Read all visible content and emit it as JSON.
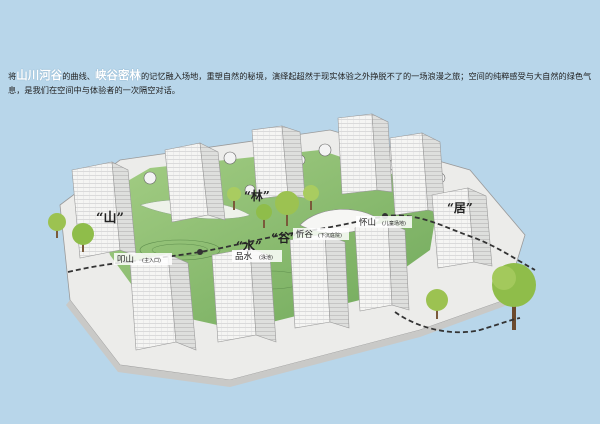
{
  "intro": {
    "p1": "将",
    "hl1": "山川河谷",
    "p2": "的曲线、",
    "hl2": "峡谷密林",
    "p3": "的记忆融入场地，重塑自然的秘境，演绎起超然于现实体验之外挣脱不了的一场浪漫之旅；空间的纯粹感受与大自然的绿色气息，是我们在空间中与体验者的一次隔空对话。"
  },
  "big_chars": {
    "shan": "“山”",
    "lin": "“林”",
    "shui": "“水”",
    "gu": "“谷”",
    "ju": "“居”"
  },
  "labels": {
    "koushan": {
      "main": "叩山",
      "sub": "(主入口)"
    },
    "pinshui": {
      "main": "品水",
      "sub": "(泳池)"
    },
    "xingu": {
      "main": "忻谷",
      "sub": "(下沉庭院)"
    },
    "huaishan": {
      "main": "怀山",
      "sub": "(儿童场地)"
    }
  },
  "colors": {
    "background": "#b8d6ea",
    "lawn": "#8cc06a",
    "building": "#f4f4f2",
    "path": "#333333"
  }
}
